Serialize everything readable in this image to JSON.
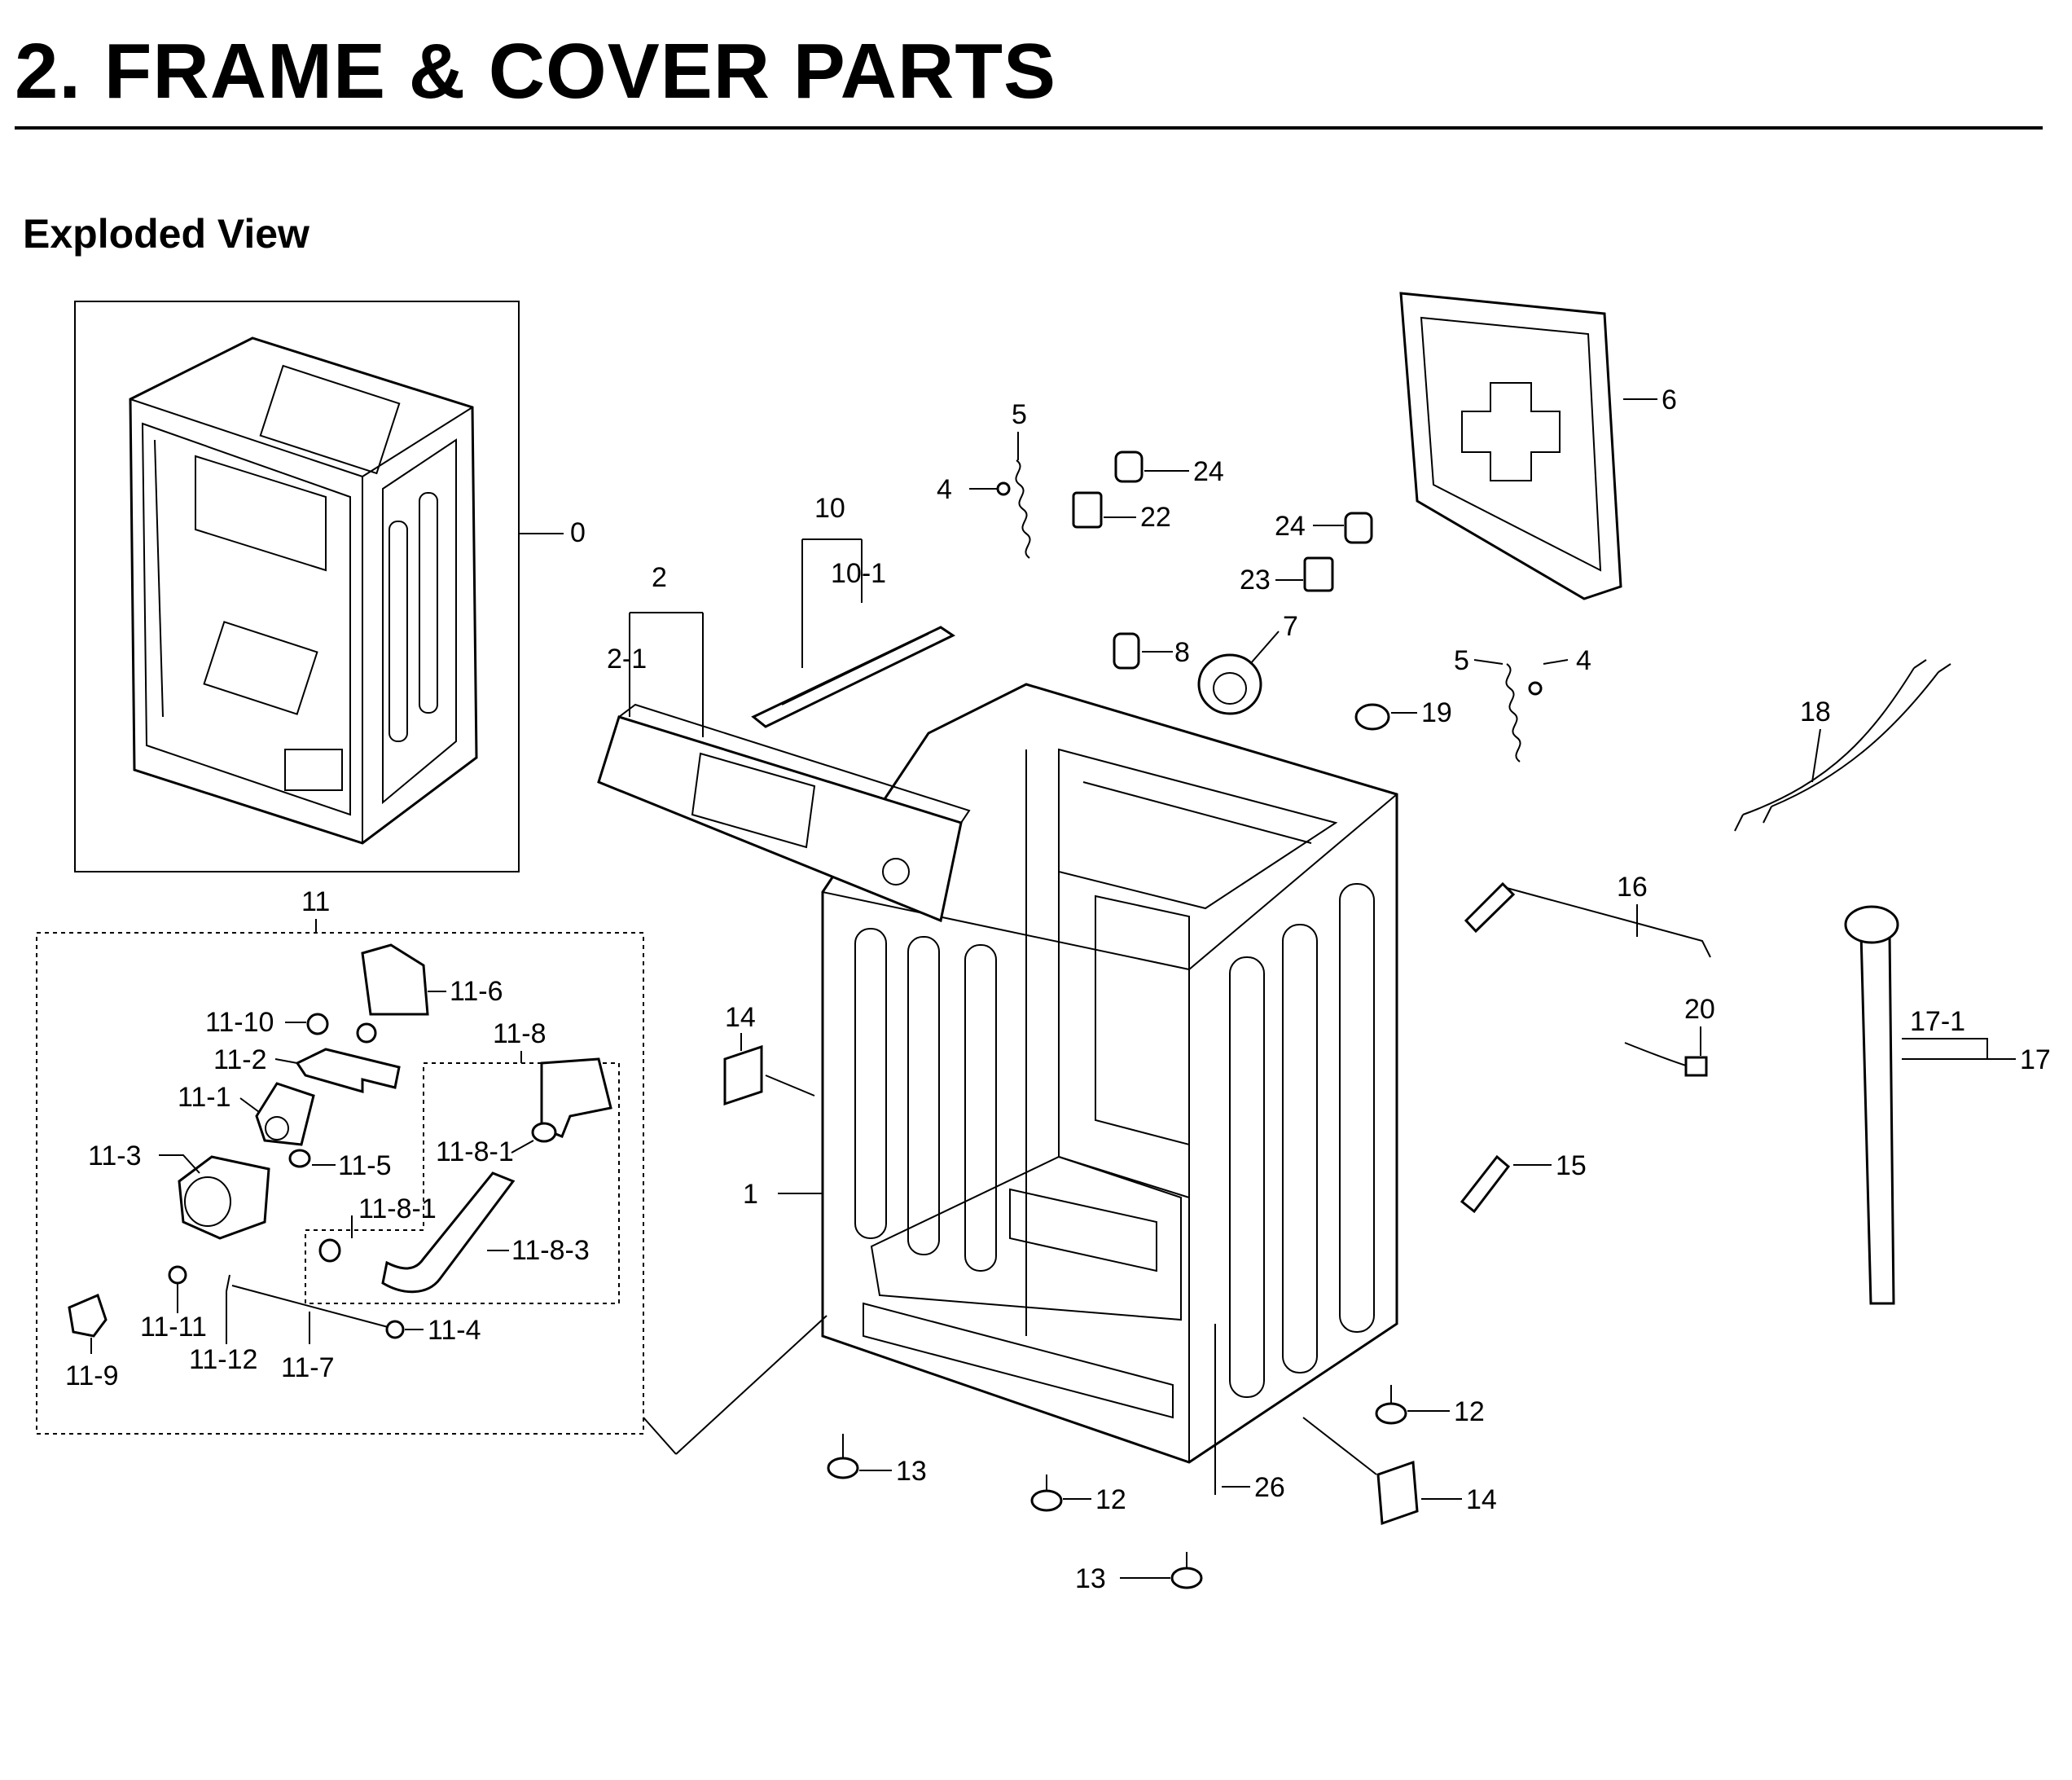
{
  "header": {
    "title": "2.  FRAME & COVER PARTS",
    "subtitle": "Exploded View"
  },
  "callouts": {
    "c0": "0",
    "c1": "1",
    "c2": "2",
    "c2_1": "2-1",
    "c4a": "4",
    "c4b": "4",
    "c5a": "5",
    "c5b": "5",
    "c6": "6",
    "c7": "7",
    "c8": "8",
    "c10": "10",
    "c10_1": "10-1",
    "c11": "11",
    "c11_1": "11-1",
    "c11_2": "11-2",
    "c11_3": "11-3",
    "c11_4": "11-4",
    "c11_5": "11-5",
    "c11_6": "11-6",
    "c11_7": "11-7",
    "c11_8": "11-8",
    "c11_8_1a": "11-8-1",
    "c11_8_1b": "11-8-1",
    "c11_8_3": "11-8-3",
    "c11_9": "11-9",
    "c11_10": "11-10",
    "c11_11": "11-11",
    "c11_12": "11-12",
    "c12a": "12",
    "c12b": "12",
    "c13a": "13",
    "c13b": "13",
    "c14a": "14",
    "c14b": "14",
    "c15": "15",
    "c16": "16",
    "c17": "17",
    "c17_1": "17-1",
    "c18": "18",
    "c19": "19",
    "c20": "20",
    "c22": "22",
    "c23": "23",
    "c24a": "24",
    "c24b": "24",
    "c26": "26"
  }
}
